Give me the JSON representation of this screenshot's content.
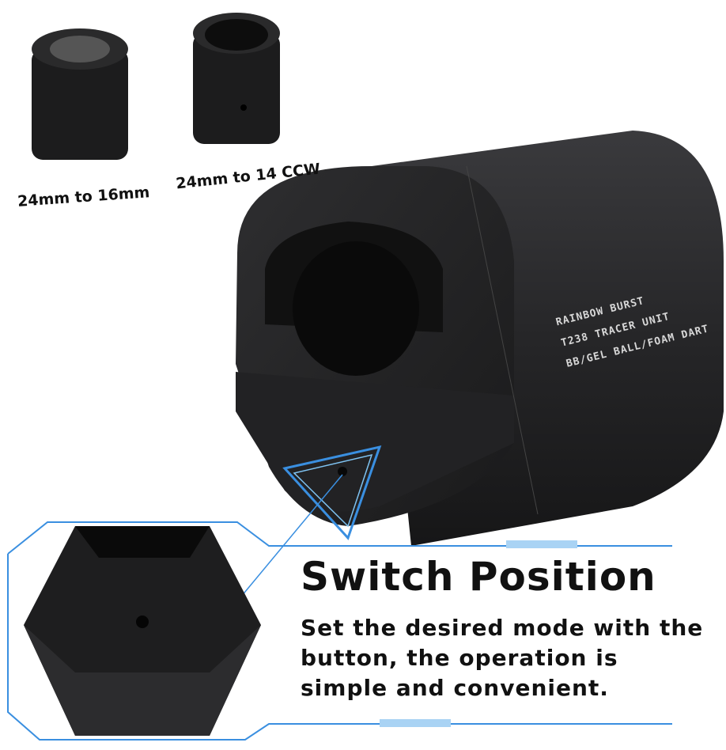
{
  "adapters": [
    {
      "label": "24mm to 16mm"
    },
    {
      "label": "24mm to 14 CCW"
    }
  ],
  "engraving": [
    "RAINBOW BURST",
    "T238 TRACER UNIT",
    "BB/GEL BALL/FOAM DART"
  ],
  "feature": {
    "title": "Switch Position",
    "description": "Set the desired mode with the button, the operation is simple and convenient."
  },
  "colors": {
    "accent": "#3a8fe0",
    "body": "#2a2a2c"
  }
}
